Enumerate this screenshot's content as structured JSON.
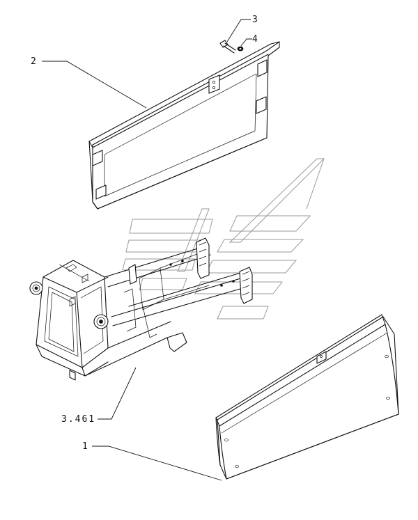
{
  "callouts": {
    "panel_rear": "2",
    "bolt": "3",
    "washer": "4",
    "chassis_ref": "3.461",
    "panel_front": "1"
  }
}
